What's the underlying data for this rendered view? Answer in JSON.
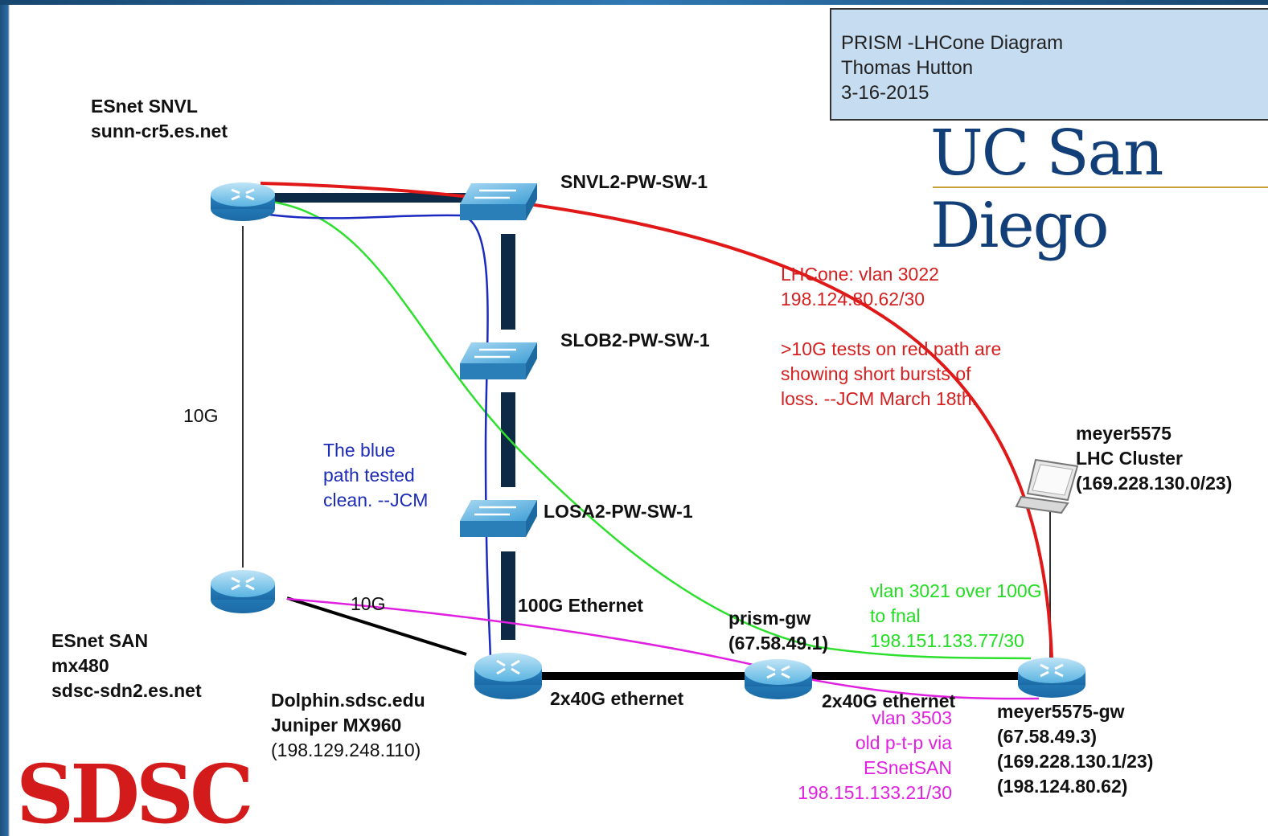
{
  "title_box": {
    "line1": "PRISM -LHCone Diagram",
    "line2": "Thomas Hutton",
    "line3": "3-16-2015"
  },
  "logos": {
    "ucsd": "UC San Diego",
    "sdsc": "SDSC"
  },
  "nodes": {
    "snvl_router": {
      "line1": "ESnet SNVL",
      "line2": "sunn-cr5.es.net"
    },
    "san_router": {
      "line1": "ESnet SAN",
      "line2": "mx480",
      "line3": "sdsc-sdn2.es.net"
    },
    "dolphin": {
      "line1": "Dolphin.sdsc.edu",
      "line2": "Juniper MX960",
      "line3": "(198.129.248.110)"
    },
    "snvl2_switch": "SNVL2-PW-SW-1",
    "slob2_switch": "SLOB2-PW-SW-1",
    "losa2_switch": "LOSA2-PW-SW-1",
    "prism_gw": {
      "line1": "prism-gw",
      "line2": "(67.58.49.1)"
    },
    "meyer_gw": {
      "line1": "meyer5575-gw",
      "line2": "(67.58.49.3)",
      "line3": "(169.228.130.1/23)",
      "line4": "(198.124.80.62)"
    },
    "meyer_cluster": {
      "line1": "meyer5575",
      "line2": "LHC Cluster",
      "line3": "(169.228.130.0/23)"
    }
  },
  "link_labels": {
    "snvl_san": "10G",
    "san_dolphin": "10G",
    "losa_dolphin": "100G Ethernet",
    "dolphin_prism": "2x40G ethernet",
    "prism_meyer": "2x40G ethernet"
  },
  "annotations": {
    "red": [
      "LHCone: vlan 3022",
      "198.124.80.62/30",
      "",
      ">10G tests on red path are",
      "showing short bursts of",
      "loss. --JCM March 18th."
    ],
    "blue": [
      "The blue",
      "path tested",
      "clean. --JCM"
    ],
    "green": [
      "vlan 3021 over 100G",
      "to fnal",
      "198.151.133.77/30"
    ],
    "magenta": [
      "vlan 3503",
      "old p-t-p via",
      "ESnetSAN",
      "198.151.133.21/30"
    ]
  },
  "colors": {
    "red_path": "#e01818",
    "green_path": "#2ee02e",
    "blue_path": "#1a2ac0",
    "magenta_path": "#e020e0",
    "device_blue": "#2f8fc4",
    "title_box_bg": "#c6dcf0",
    "ucsd_blue": "#123f77",
    "sdsc_red": "#d31b1b"
  },
  "icons": {
    "router": "router-icon",
    "switch": "switch-icon",
    "laptop": "laptop-icon"
  }
}
